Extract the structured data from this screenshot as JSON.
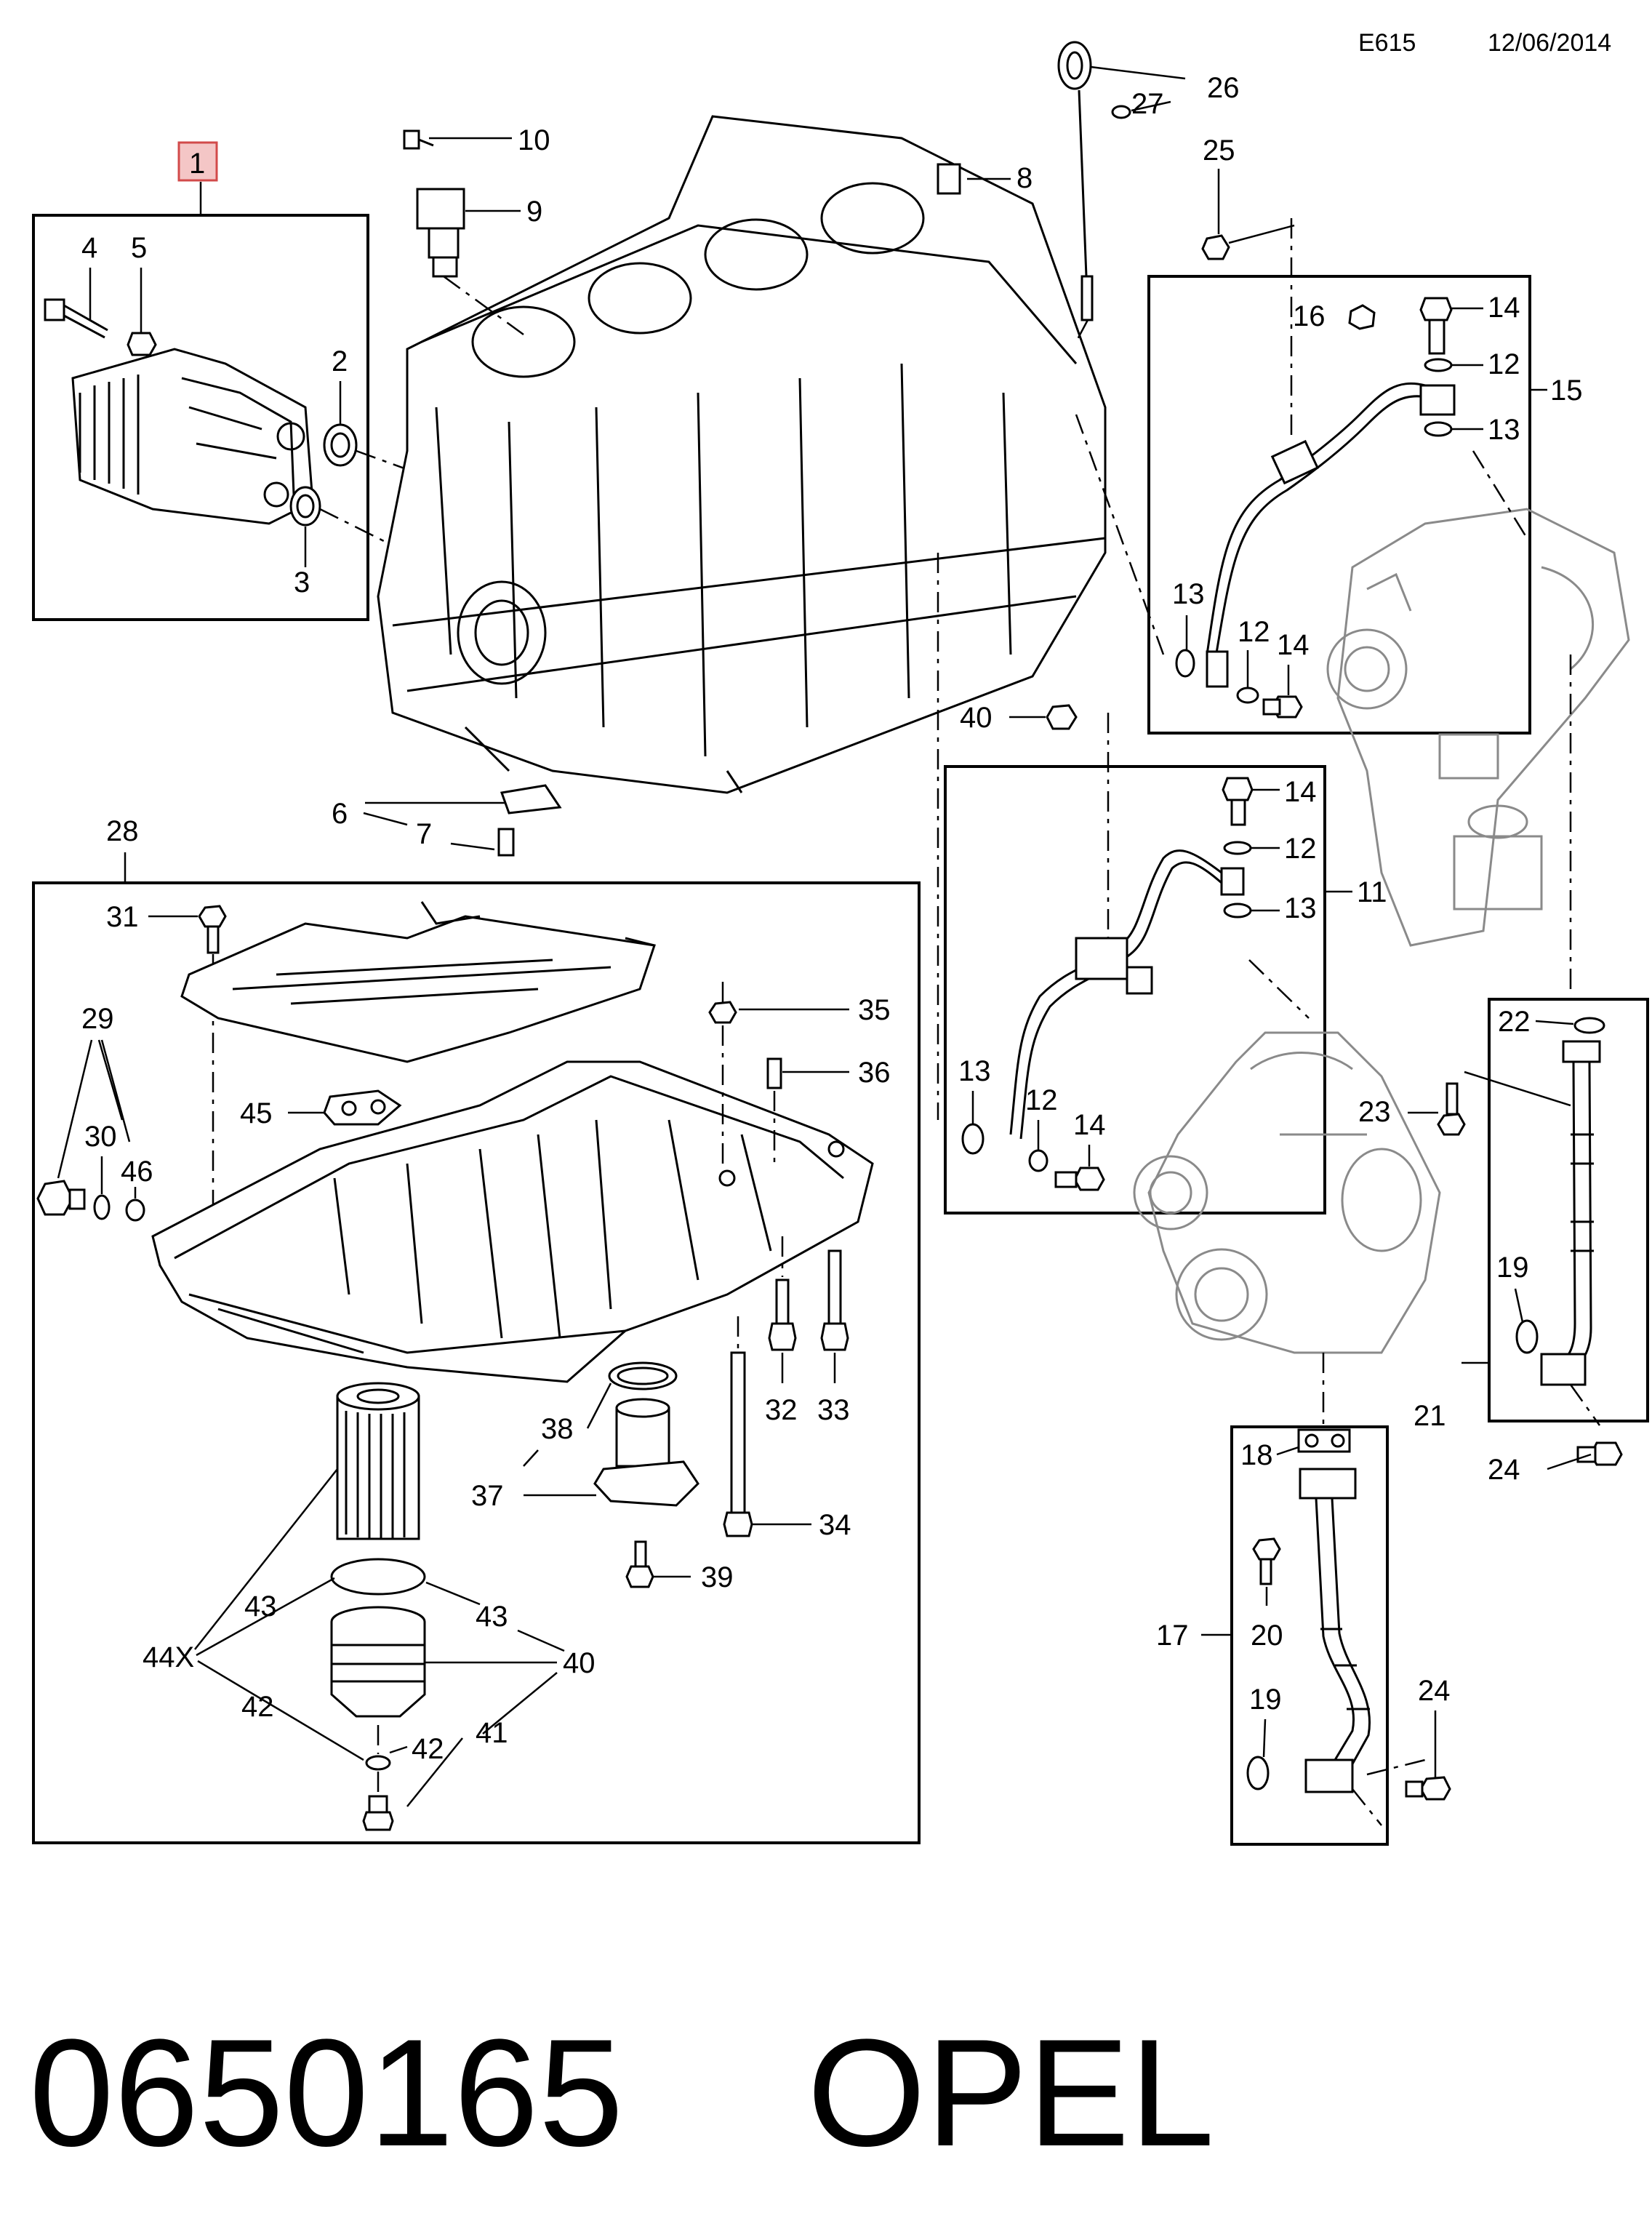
{
  "header": {
    "code": "E615",
    "date": "12/06/2014"
  },
  "footer": {
    "part_number": "0650165",
    "brand": "OPEL"
  },
  "highlight": {
    "label": "1",
    "color": "#f4c6c6",
    "border": "#d24a4a"
  },
  "callouts": {
    "c1": "1",
    "c2": "2",
    "c3": "3",
    "c4": "4",
    "c5": "5",
    "c6": "6",
    "c7": "7",
    "c8": "8",
    "c9": "9",
    "c10": "10",
    "c11": "11",
    "c12a": "12",
    "c12b": "12",
    "c12c": "12",
    "c12d": "12",
    "c13a": "13",
    "c13b": "13",
    "c13c": "13",
    "c13d": "13",
    "c14a": "14",
    "c14b": "14",
    "c14c": "14",
    "c14d": "14",
    "c15": "15",
    "c16": "16",
    "c17": "17",
    "c18": "18",
    "c19a": "19",
    "c19b": "19",
    "c20": "20",
    "c21": "21",
    "c22": "22",
    "c23": "23",
    "c24a": "24",
    "c24b": "24",
    "c25": "25",
    "c26": "26",
    "c27": "27",
    "c28": "28",
    "c29": "29",
    "c30": "30",
    "c31": "31",
    "c32": "32",
    "c33": "33",
    "c34": "34",
    "c35": "35",
    "c36": "36",
    "c37": "37",
    "c38": "38",
    "c39": "39",
    "c40a": "40",
    "c40b": "40",
    "c41": "41",
    "c42a": "42",
    "c42b": "42",
    "c43a": "43",
    "c43b": "43",
    "c44": "44X",
    "c45": "45",
    "c46": "46"
  }
}
